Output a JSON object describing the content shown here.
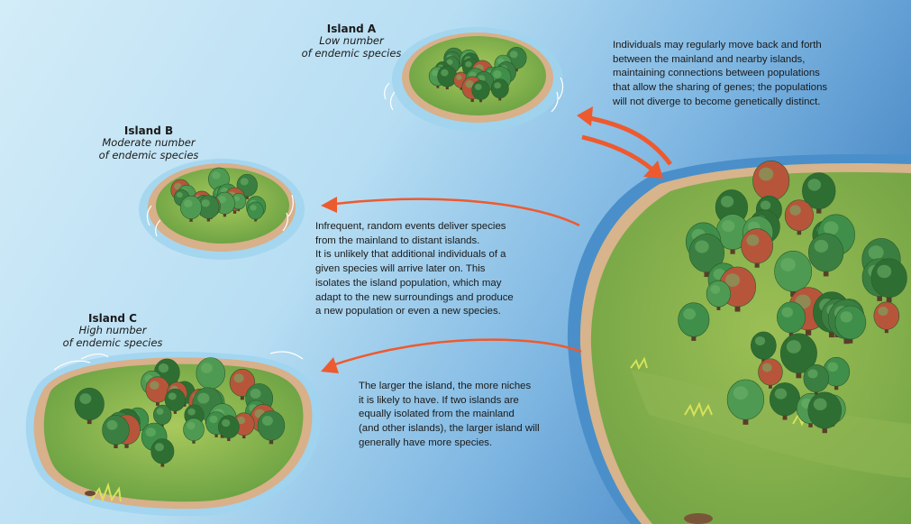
{
  "islands": [
    {
      "name": "Island A",
      "desc_lines": [
        "Low number",
        "of endemic species"
      ]
    },
    {
      "name": "Island B",
      "desc_lines": [
        "Moderate number",
        "of endemic species"
      ]
    },
    {
      "name": "Island C",
      "desc_lines": [
        "High number",
        "of endemic species"
      ]
    }
  ],
  "captions": {
    "movement": [
      "Individuals may regularly move back and forth",
      "between the mainland and nearby islands,",
      "maintaining connections between populations",
      "that allow the sharing of genes; the populations",
      "will not diverge to become genetically distinct."
    ],
    "random_events": [
      "Infrequent, random events deliver species",
      "from the mainland to distant islands.",
      "It is unlikely that additional individuals of a",
      "given species will arrive later on. This",
      "isolates the island population, which may",
      "adapt to the new surroundings and produce",
      "a new population or even a new species."
    ],
    "island_size": [
      "The larger the island, the more niches",
      "it is likely to have. If two islands are",
      "equally isolated from the mainland",
      "(and other islands), the larger island will",
      "generally have more species."
    ]
  },
  "colors": {
    "water_light": "#cfe9f6",
    "water_deep": "#4f90c9",
    "arrow": "#ee5a2f",
    "land_green": "#7fb04e",
    "sand": "#d9b08a",
    "tree_green": "#3f8f4a",
    "tree_dark": "#2f6e33",
    "tree_red": "#b7553a"
  }
}
